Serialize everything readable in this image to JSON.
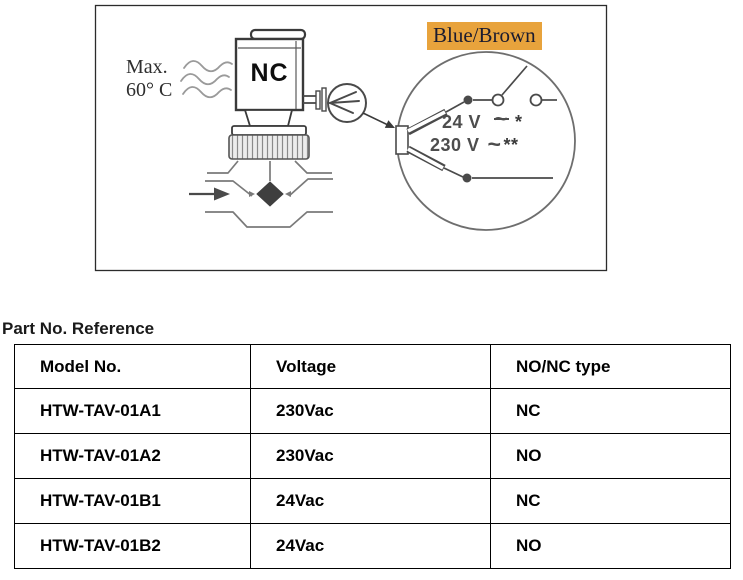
{
  "diagram": {
    "actuator_label": "NC",
    "max_temp": {
      "line1": "Max.",
      "line2": "60° C"
    },
    "wire_label": "Blue/Brown",
    "wire_label_highlight_color": "#E8A33C",
    "voltages": {
      "v24": {
        "text": "24 V",
        "symbol": "~",
        "suffix": "*"
      },
      "v230": {
        "text": "230 V",
        "symbol": "~",
        "suffix": "**"
      }
    }
  },
  "part_reference": {
    "heading": "Part No. Reference",
    "table": {
      "headers": [
        "Model No.",
        "Voltage",
        "NO/NC type"
      ],
      "rows": [
        [
          "HTW-TAV-01A1",
          "230Vac",
          "NC"
        ],
        [
          "HTW-TAV-01A2",
          "230Vac",
          "NO"
        ],
        [
          "HTW-TAV-01B1",
          "24Vac",
          "NC"
        ],
        [
          "HTW-TAV-01B2",
          "24Vac",
          "NO"
        ]
      ]
    }
  }
}
